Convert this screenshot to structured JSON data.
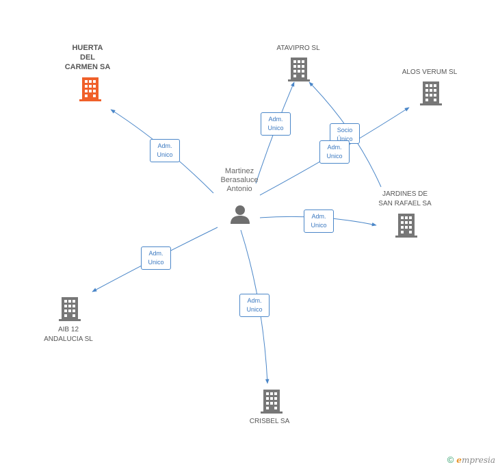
{
  "colors": {
    "edge": "#4a86c8",
    "building": "#777777",
    "highlight": "#f0602a",
    "person": "#6f6f6f"
  },
  "nodes": {
    "huerta": {
      "label": "HUERTA\nDEL\nCARMEN SA",
      "icon": "building-icon-highlight"
    },
    "atavipro": {
      "label": "ATAVIPRO SL",
      "icon": "building-icon"
    },
    "alos": {
      "label": "ALOS VERUM SL",
      "icon": "building-icon"
    },
    "jardines": {
      "label": "JARDINES DE\nSAN RAFAEL SA",
      "icon": "building-icon"
    },
    "aib": {
      "label": "AIB 12\nANDALUCIA SL",
      "icon": "building-icon"
    },
    "crisbel": {
      "label": "CRISBEL SA",
      "icon": "building-icon"
    },
    "person": {
      "label": "Martinez\nBerasaluce\nAntonio",
      "icon": "person-icon"
    }
  },
  "edges": {
    "huerta": "Adm.\nUnico",
    "atavipro": "Adm.\nUnico",
    "jardines": "Socio\nÚnico",
    "alos": "Adm.\nUnico",
    "right": "Adm.\nUnico",
    "aib": "Adm.\nUnico",
    "crisbel": "Adm.\nUnico"
  },
  "footer": {
    "copyright": "©",
    "brand_initial": "e",
    "brand_rest": "mpresia"
  }
}
